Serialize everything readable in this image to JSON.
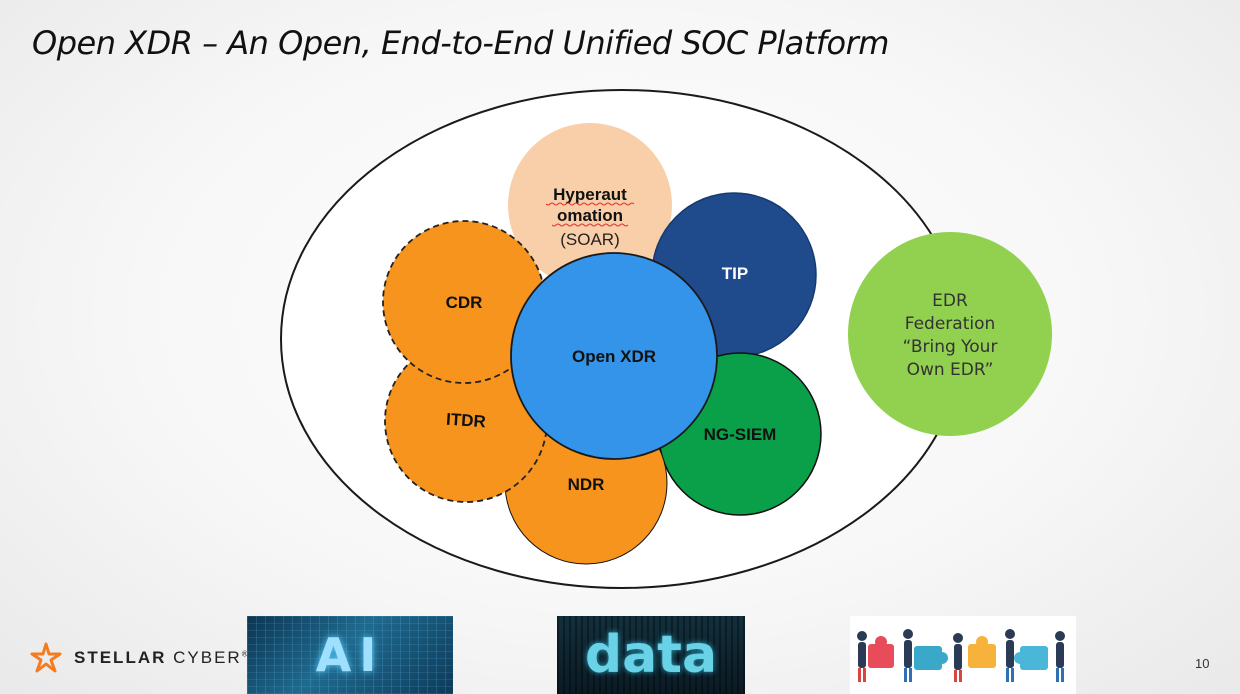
{
  "slide": {
    "title": "Open XDR – An Open, End-to-End Unified SOC Platform",
    "page_number": "10"
  },
  "diagram": {
    "circles": {
      "hyperautomation": {
        "line1": "Hyperaut",
        "line2": "omation",
        "line3": "(SOAR)",
        "color": "#F8CFA8"
      },
      "tip": {
        "label": "TIP",
        "color": "#1F4A8C"
      },
      "cdr": {
        "label": "CDR",
        "color": "#F7941D"
      },
      "open_xdr": {
        "label": "Open XDR",
        "color": "#3394EA"
      },
      "itdr": {
        "label": "ITDR",
        "color": "#F7941D"
      },
      "ng_siem": {
        "label": "NG-SIEM",
        "color": "#0AA04A"
      },
      "ndr": {
        "label": "NDR",
        "color": "#F7941D"
      },
      "edr_federation": {
        "line1": "EDR",
        "line2": "Federation",
        "line3": "“Bring Your",
        "line4": "Own EDR”",
        "color": "#92D050"
      }
    }
  },
  "footer": {
    "logo": {
      "word1": "STELLAR",
      "word2": "CYBER",
      "mark": "®",
      "icon": "stellar-star-icon"
    },
    "images": {
      "ai": {
        "text": "AI"
      },
      "data": {
        "text": "data"
      },
      "people": {
        "icon": "people-puzzle-illustration"
      }
    }
  }
}
